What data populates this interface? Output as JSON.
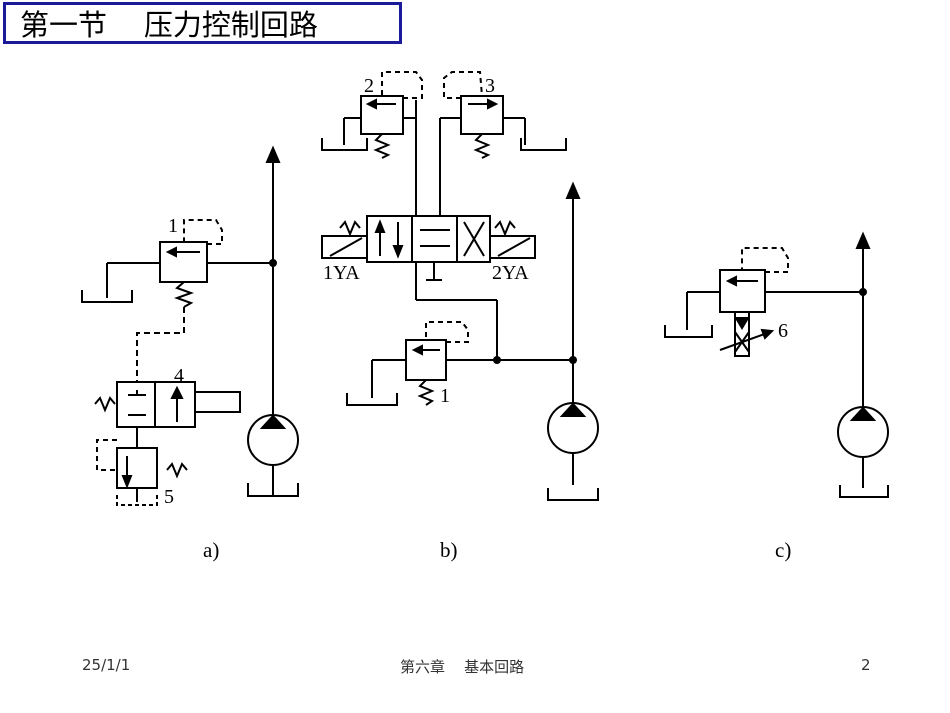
{
  "title": "第一节    压力控制回路",
  "labels": {
    "v1a": "1",
    "v4": "4",
    "v5": "5",
    "v2": "2",
    "v3": "3",
    "ya1": "1YA",
    "ya2": "2YA",
    "v1b": "1",
    "v6": "6"
  },
  "captions": {
    "a": "a)",
    "b": "b)",
    "c": "c)"
  },
  "footer": {
    "date": "25/1/1",
    "chapter": "第六章    基本回路",
    "page": "2"
  }
}
